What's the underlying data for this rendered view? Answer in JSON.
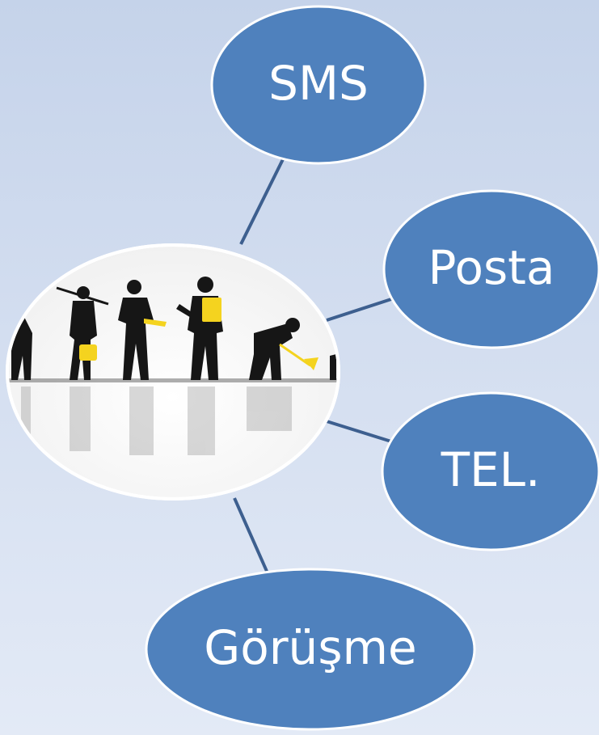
{
  "colors": {
    "node_fill": "#4f81bd",
    "node_stroke": "#ffffff",
    "connector": "#3d5f8f",
    "center_fill": "#ffffff",
    "silhouette": "#161616",
    "tool_yellow": "#f4d31f"
  },
  "diagram": {
    "center": {
      "icon": "worker-silhouettes-image"
    },
    "nodes": [
      {
        "id": "sms",
        "label": "SMS"
      },
      {
        "id": "posta",
        "label": "Posta"
      },
      {
        "id": "tel",
        "label": "TEL."
      },
      {
        "id": "gorusme",
        "label": "Görüşme"
      }
    ]
  }
}
